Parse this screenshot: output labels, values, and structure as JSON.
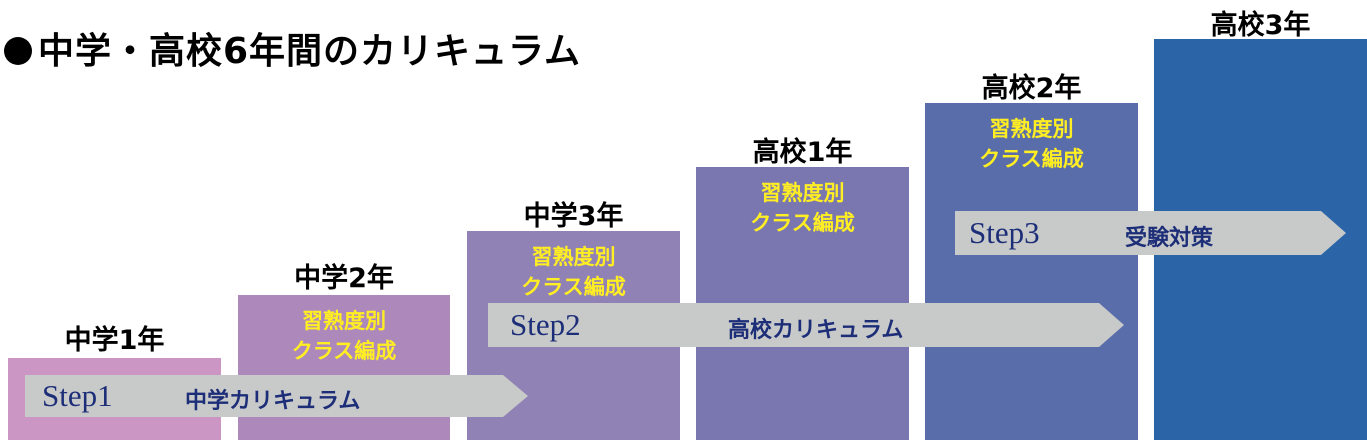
{
  "title": "中学・高校6年間のカリキュラム",
  "colors": {
    "year1": "#cc96c4",
    "year2": "#ad89bb",
    "year3": "#9182b6",
    "year4": "#7a77b0",
    "year5": "#5a6dab",
    "year6": "#2b65a7",
    "arrow": "#c8c9c9",
    "subtext": "#ffee22",
    "arrow_text": "#1d2e78"
  },
  "years": [
    {
      "label": "中学1年"
    },
    {
      "label": "中学2年",
      "note_line1": "習熟度別",
      "note_line2": "クラス編成"
    },
    {
      "label": "中学3年",
      "note_line1": "習熟度別",
      "note_line2": "クラス編成"
    },
    {
      "label": "高校1年",
      "note_line1": "習熟度別",
      "note_line2": "クラス編成"
    },
    {
      "label": "高校2年",
      "note_line1": "習熟度別",
      "note_line2": "クラス編成"
    },
    {
      "label": "高校3年"
    }
  ],
  "steps": [
    {
      "step": "Step1",
      "caption": "中学カリキュラム"
    },
    {
      "step": "Step2",
      "caption": "高校カリキュラム"
    },
    {
      "step": "Step3",
      "caption": "受験対策"
    }
  ]
}
